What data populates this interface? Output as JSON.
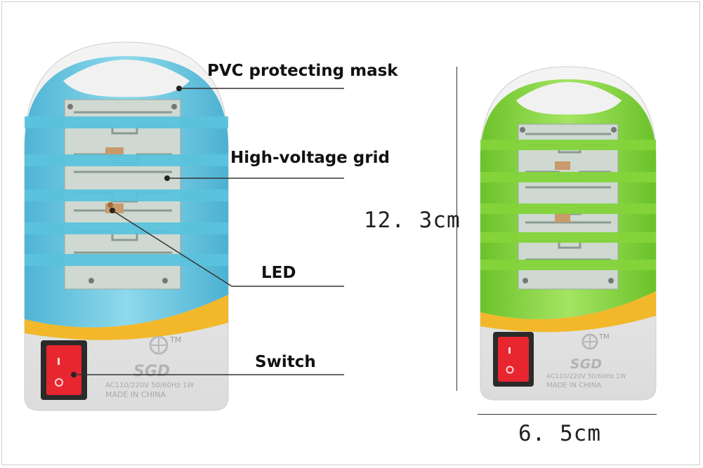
{
  "labels": {
    "mask": "PVC protecting mask",
    "grid": "High-voltage grid",
    "led": "LED",
    "switch": "Switch"
  },
  "dimensions": {
    "height": "12. 3cm",
    "width": "6. 5cm"
  },
  "device_markings": {
    "trademark": "TM",
    "brand": "SGD",
    "rating": "AC110/220V 50/60Hz 1W",
    "origin": "MADE IN CHINA"
  },
  "colors": {
    "blue_cover": "#5bc3dd",
    "green_cover": "#84d43a",
    "yellow_band": "#f2b82a",
    "switch_red": "#e8262f"
  }
}
